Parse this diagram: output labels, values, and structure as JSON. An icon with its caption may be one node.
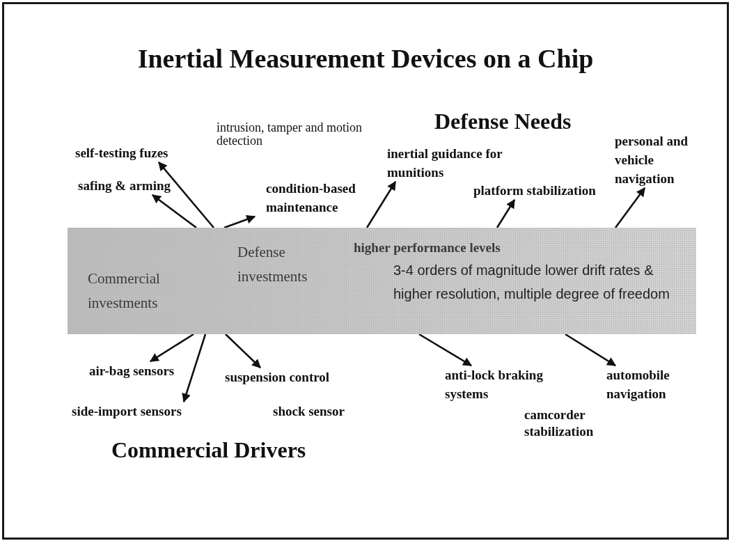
{
  "diagram": {
    "title": "Inertial Measurement Devices on a Chip",
    "nodes": [
      {
        "text": [
          "Commercial investments",
          "Defense investments",
          "higher performance levels",
          "3-4 orders of magnitude lower drift rates & higher resolution, multiple degree of freedom"
        ]
      },
      {
        "text": [
          "safing & arming"
        ]
      },
      {
        "text": [
          "self-testing fuzes"
        ]
      },
      {
        "text": [
          "condition-based maintenance"
        ]
      },
      {
        "text": [
          "inertial guidance for munitions"
        ]
      },
      {
        "text": [
          "platform stabilization"
        ]
      },
      {
        "text": [
          "personal and vehicle navigation"
        ]
      },
      {
        "text": [
          "air-bag sensors"
        ]
      },
      {
        "text": [
          "side-import sensors"
        ]
      },
      {
        "text": [
          "suspension control"
        ]
      },
      {
        "text": [
          "anti-lock braking systems"
        ]
      },
      {
        "text": [
          "automobile navigation"
        ]
      }
    ],
    "edges": [
      {
        "from": 0,
        "to": 1,
        "arrow": "to"
      },
      {
        "from": 0,
        "to": 2,
        "arrow": "to"
      },
      {
        "from": 0,
        "to": 3,
        "arrow": "to"
      },
      {
        "from": 0,
        "to": 4,
        "arrow": "to"
      },
      {
        "from": 0,
        "to": 5,
        "arrow": "to"
      },
      {
        "from": 0,
        "to": 6,
        "arrow": "to"
      },
      {
        "from": 0,
        "to": 7,
        "arrow": "to"
      },
      {
        "from": 0,
        "to": 8,
        "arrow": "to"
      },
      {
        "from": 0,
        "to": 9,
        "arrow": "to"
      },
      {
        "from": 0,
        "to": 10,
        "arrow": "to"
      },
      {
        "from": 0,
        "to": 11,
        "arrow": "to"
      }
    ],
    "labels": [
      "Defense Needs",
      "intrusion, tamper and motion detection",
      "shock sensor",
      "camcorder stabilization",
      "Commercial Drivers"
    ]
  }
}
